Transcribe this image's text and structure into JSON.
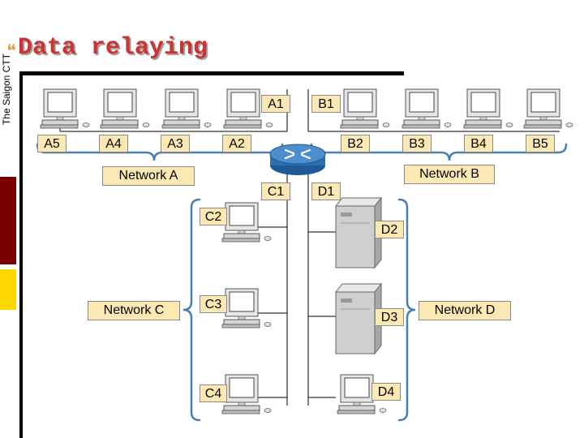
{
  "slide": {
    "title": "Data relaying",
    "sidebar_text": "The Saigon CTT",
    "accent_colors": {
      "title": "#cc3333",
      "bullet": "#d9a441",
      "bar_red": "#7a0000",
      "bar_yellow": "#ffd700"
    }
  },
  "diagram": {
    "router_icon": "router-icon",
    "networks": {
      "a": {
        "label": "Network A",
        "hosts": [
          "A5",
          "A4",
          "A3",
          "A2",
          "A1"
        ]
      },
      "b": {
        "label": "Network B",
        "hosts": [
          "B1",
          "B2",
          "B3",
          "B4",
          "B5"
        ]
      },
      "c": {
        "label": "Network C",
        "hosts": [
          "C1",
          "C2",
          "C3",
          "C4"
        ]
      },
      "d": {
        "label": "Network D",
        "hosts": [
          "D1",
          "D2",
          "D3",
          "D4"
        ]
      }
    },
    "colors": {
      "label_fill": "#fce8b2",
      "bracket": "#4a7fb0",
      "router": "#2f6fae"
    }
  }
}
